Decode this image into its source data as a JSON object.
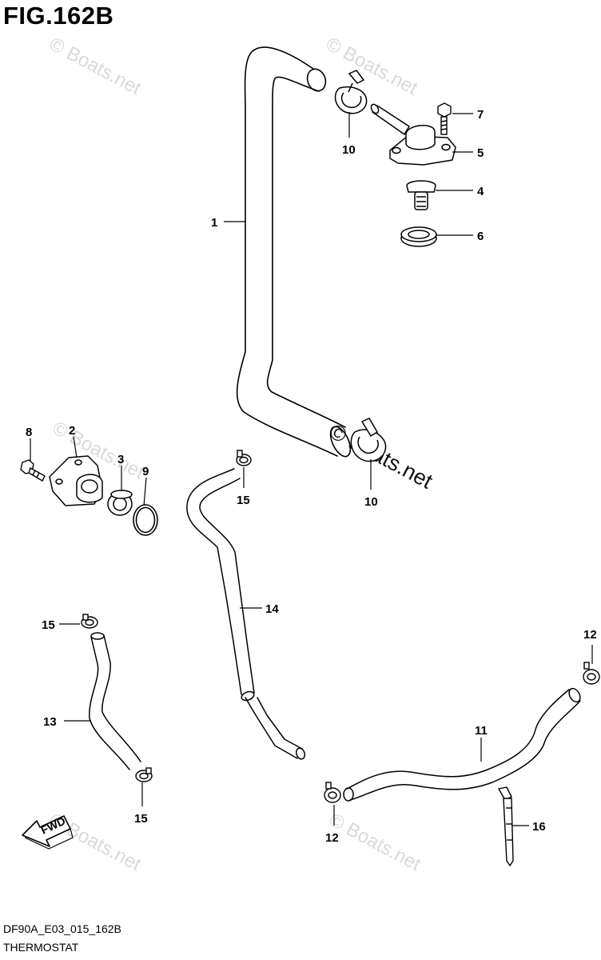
{
  "figure": {
    "title": "FIG.162B",
    "code": "DF90A_E03_015_162B",
    "section_title": "THERMOSTAT"
  },
  "watermark": {
    "text": "© Boats.net"
  },
  "direction_badge": {
    "text": "FWD"
  },
  "callouts": {
    "c1": "1",
    "c2": "2",
    "c3": "3",
    "c4": "4",
    "c5": "5",
    "c6": "6",
    "c7": "7",
    "c8": "8",
    "c9": "9",
    "c10a": "10",
    "c10b": "10",
    "c11": "11",
    "c12a": "12",
    "c12b": "12",
    "c13": "13",
    "c14": "14",
    "c15a": "15",
    "c15b": "15",
    "c15c": "15",
    "c16": "16"
  }
}
